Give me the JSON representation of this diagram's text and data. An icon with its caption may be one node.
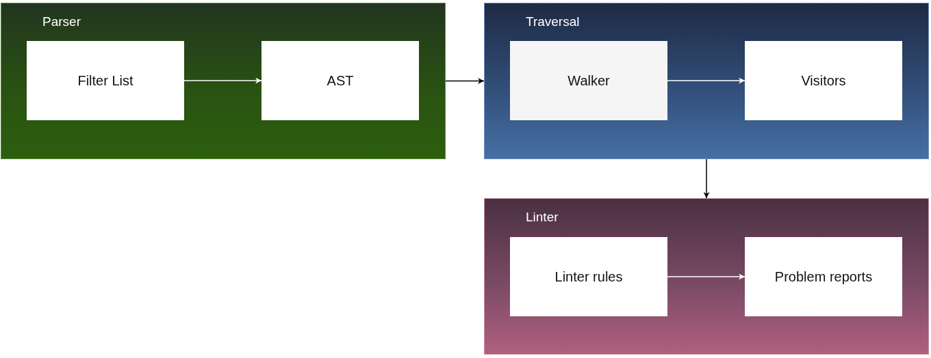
{
  "diagram": {
    "nodes": [
      {
        "text": [
          "Parser"
        ]
      },
      {
        "text": [
          "Filter List"
        ],
        "in": 0
      },
      {
        "text": [
          "AST"
        ],
        "in": 0
      },
      {
        "text": [
          "Traversal"
        ]
      },
      {
        "text": [
          "Walker"
        ],
        "in": 3
      },
      {
        "text": [
          "Visitors"
        ],
        "in": 3
      },
      {
        "text": [
          "Linter"
        ]
      },
      {
        "text": [
          "Linter rules"
        ],
        "in": 6
      },
      {
        "text": [
          "Problem reports"
        ],
        "in": 6
      }
    ],
    "edges": [
      {
        "from": 1,
        "to": 2,
        "arrow": "to"
      },
      {
        "from": 0,
        "to": 3,
        "arrow": "to",
        "color": "#000000"
      },
      {
        "from": 4,
        "to": 5,
        "arrow": "to"
      },
      {
        "from": 3,
        "to": 6,
        "arrow": "to",
        "color": "#000000"
      },
      {
        "from": 7,
        "to": 8,
        "arrow": "to"
      }
    ]
  }
}
